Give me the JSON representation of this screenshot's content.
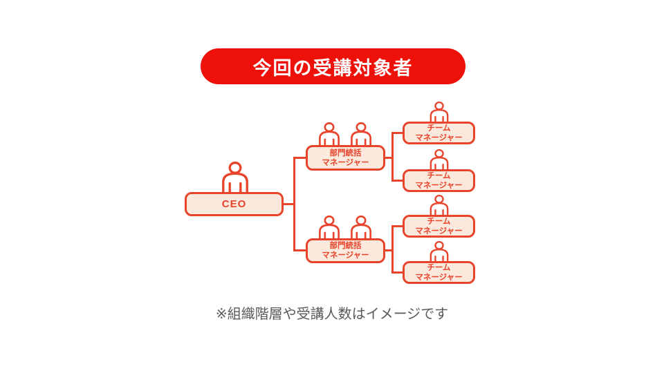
{
  "title": "今回の受講対象者",
  "note": "※組織階層や受講人数はイメージです",
  "colors": {
    "banner_red": "#ee110a",
    "diagram_red": "#e8432b",
    "node_fill": "#fce9dd",
    "note_gray": "#595959"
  },
  "org_chart": {
    "ceo": {
      "label": "CEO",
      "person_icons": 1
    },
    "dept_managers": [
      {
        "label": "部門統括\nマネージャー",
        "person_icons": 2
      },
      {
        "label": "部門統括\nマネージャー",
        "person_icons": 2
      }
    ],
    "team_managers": [
      {
        "label": "チーム\nマネージャー",
        "person_icons": 1
      },
      {
        "label": "チーム\nマネージャー",
        "person_icons": 1
      },
      {
        "label": "チーム\nマネージャー",
        "person_icons": 1
      },
      {
        "label": "チーム\nマネージャー",
        "person_icons": 1
      }
    ]
  }
}
